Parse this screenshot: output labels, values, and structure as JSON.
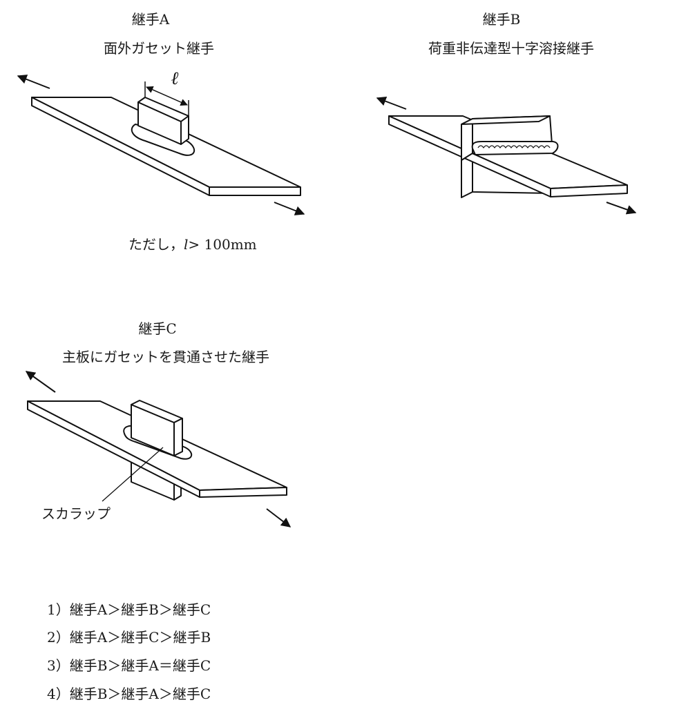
{
  "joint_a": {
    "title": "継手A",
    "subtitle": "面外ガセット継手",
    "dim_symbol": "ℓ",
    "note_prefix": "ただし，",
    "note_var": "l",
    "note_suffix": "> 100mm"
  },
  "joint_b": {
    "title": "継手B",
    "subtitle": "荷重非伝達型十字溶接継手"
  },
  "joint_c": {
    "title": "継手C",
    "subtitle": "主板にガセットを貫通させた継手",
    "callout": "スカラップ"
  },
  "options": [
    {
      "num": "1）",
      "text": "継手A＞継手B＞継手C"
    },
    {
      "num": "2）",
      "text": "継手A＞継手C＞継手B"
    },
    {
      "num": "3）",
      "text": "継手B＞継手A＝継手C"
    },
    {
      "num": "4）",
      "text": "継手B＞継手A＞継手C"
    }
  ]
}
